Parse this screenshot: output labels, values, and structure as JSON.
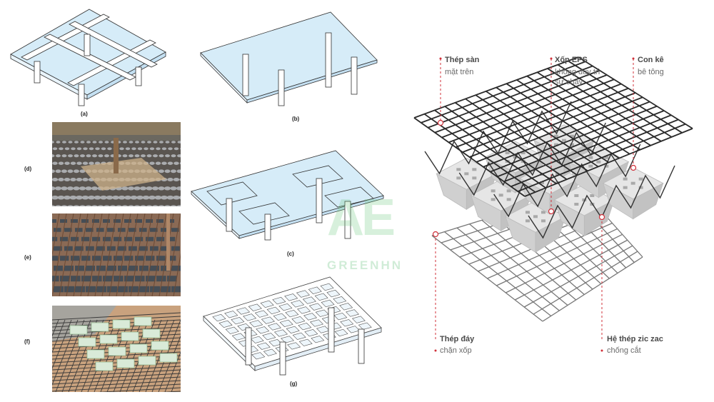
{
  "labels": {
    "a": "(a)",
    "b": "(b)",
    "c": "(c)",
    "d": "(d)",
    "e": "(e)",
    "f": "(f)",
    "g": "(g)"
  },
  "watermark": {
    "logo_glyph": "AE",
    "text": "GREENHN"
  },
  "callouts": {
    "top_steel_title": "Thép sàn",
    "top_steel_sub": "mặt trên",
    "eps_title": "Xốp EPS",
    "eps_sub_1": "không duy trì",
    "eps_sub_2": "sự cháy",
    "spacer_title": "Con kê",
    "spacer_sub": "bê tông",
    "bottom_steel_title": "Thép đáy",
    "bottom_steel_sub": "chặn xốp",
    "zigzag_title": "Hệ thép zic zac",
    "zigzag_sub": "chống cắt"
  },
  "colors": {
    "slab_fill": "#d6ecf8",
    "callout_line": "#d0303a",
    "rebar": "#2a2a2a"
  }
}
